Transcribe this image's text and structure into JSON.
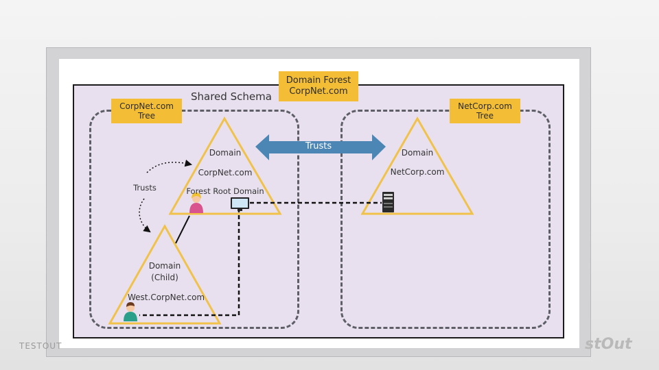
{
  "forest": {
    "line1": "Domain Forest",
    "line2": "CorpNet.com"
  },
  "schema_title": "Shared Schema",
  "corpnet_tree": {
    "line1": "CorpNet.com",
    "line2": "Tree"
  },
  "netcorp_tree": {
    "line1": "NetCorp.com",
    "line2": "Tree"
  },
  "root_domain": {
    "type": "Domain",
    "name": "CorpNet.com",
    "role": "Forest Root Domain"
  },
  "child_domain": {
    "type": "Domain",
    "qualifier": "(Child)",
    "name": "West.CorpNet.com"
  },
  "netcorp_domain": {
    "type": "Domain",
    "name": "NetCorp.com"
  },
  "trusts_arrow_label": "Trusts",
  "trusts_curve_label": "Trusts",
  "watermark_left": "TESTOUT",
  "watermark_right": "stOut",
  "colors": {
    "label_fill": "#f3bd36",
    "arrow_fill": "#4b86b4",
    "forest_fill": "#e8e0ef",
    "triangle_stroke": "#f1c24a"
  },
  "icons": [
    "user-female-icon",
    "user-male-icon",
    "monitor-icon",
    "server-icon"
  ]
}
